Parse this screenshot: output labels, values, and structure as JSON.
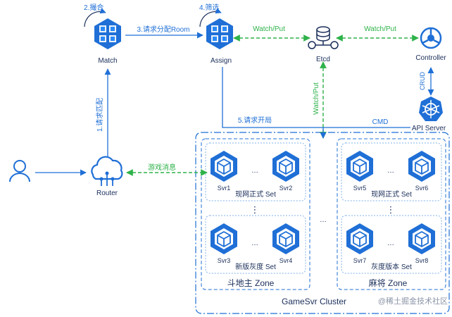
{
  "colors": {
    "blue": "#1f6fd6",
    "light_blue": "#2a8af6",
    "dark_blue": "#1e5bb8",
    "green": "#2eb24a",
    "text": "#1a2e5a"
  },
  "nodes": {
    "match": {
      "label": "Match",
      "step": "2.撮合",
      "icon": "cube-cluster-icon"
    },
    "assign": {
      "label": "Assign",
      "step": "4.筛选",
      "icon": "cube-cluster-icon"
    },
    "etcd": {
      "label": "Etcd",
      "icon": "database-icon"
    },
    "controller": {
      "label": "Controller",
      "icon": "gear-icon"
    },
    "api_server": {
      "label": "API Server",
      "icon": "kubernetes-icon"
    },
    "router": {
      "label": "Router",
      "icon": "cloud-network-icon"
    },
    "user": {
      "icon": "user-icon"
    }
  },
  "edges": {
    "match_assign": "3.请求分配Room",
    "etcd_assign": "Watch/Put",
    "etcd_controller": "Watch/Put",
    "controller_api": "CRUD",
    "etcd_cluster": "Watch/Put",
    "router_match": "1.请求匹配",
    "assign_cluster": "5.请求开局",
    "api_cluster": "CMD",
    "router_cluster": "游戏消息"
  },
  "cluster": {
    "title": "GameSvr Cluster",
    "zones": [
      {
        "title": "斗地主 Zone",
        "sets": [
          {
            "title": "现网正式 Set",
            "servers": [
              "Svr1",
              "Svr2"
            ]
          },
          {
            "title": "新版灰度 Set",
            "servers": [
              "Svr3",
              "Svr4"
            ]
          }
        ]
      },
      {
        "title": "麻将 Zone",
        "sets": [
          {
            "title": "现网正式 Set",
            "servers": [
              "Svr5",
              "Svr6"
            ]
          },
          {
            "title": "灰度版本 Set",
            "servers": [
              "Svr7",
              "Svr8"
            ]
          }
        ]
      }
    ],
    "ellipsis": "…",
    "vertical_ellipsis": "⋮"
  },
  "watermark": "@稀土掘金技术社区"
}
